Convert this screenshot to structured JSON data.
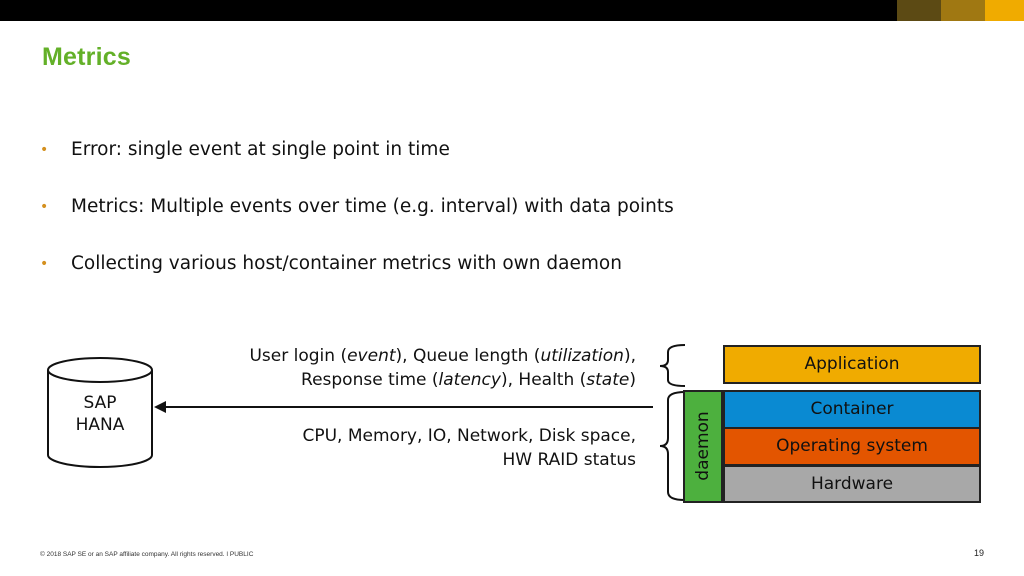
{
  "colors": {
    "title_green": "#63b028",
    "bullet_gold": "#d4901f",
    "top_bar": "#000000",
    "top_squares": [
      "#5c4a14",
      "#a07812",
      "#f0ab00"
    ],
    "application": "#f0ab00",
    "container": "#0a8ad2",
    "operating_system": "#e35500",
    "hardware": "#a8a8a8",
    "daemon": "#4db03e"
  },
  "slide": {
    "title": "Metrics",
    "bullets": [
      "Error: single event at single point in time",
      "Metrics: Multiple events over time (e.g. interval) with data points",
      "Collecting various host/container metrics with own daemon"
    ]
  },
  "diagram": {
    "database": {
      "line1": "SAP",
      "line2": "HANA"
    },
    "app_metrics": {
      "user_login": "User login (",
      "event": "event",
      "queue_length": "), Queue length (",
      "utilization": "utilization",
      "utilization_close": "),",
      "response_time": "Response time (",
      "latency": "latency",
      "health": "), Health (",
      "state": "state",
      "health_close": ")"
    },
    "host_metrics": {
      "line1": "CPU, Memory, IO, Network, Disk space,",
      "line2": "HW RAID status"
    },
    "stack": {
      "application": "Application",
      "container": "Container",
      "operating_system": "Operating system",
      "hardware": "Hardware",
      "daemon": "daemon"
    }
  },
  "footer": {
    "copyright": "© 2018 SAP SE or an SAP affiliate company. All rights reserved.  ǀ  PUBLIC",
    "page_number": "19"
  }
}
